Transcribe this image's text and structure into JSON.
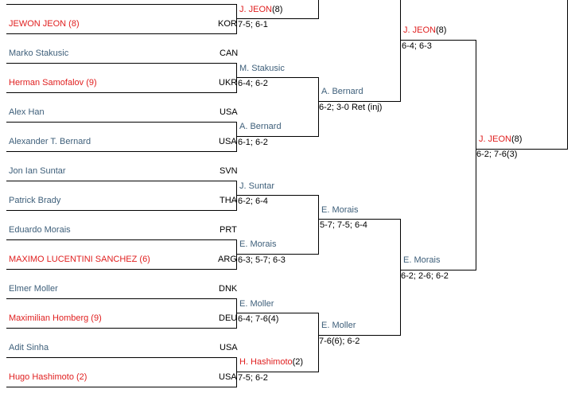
{
  "r1": [
    {
      "name": "JEWON JEON (8)",
      "country": "KOR",
      "seeded": true
    },
    {
      "name": "Marko Stakusic",
      "country": "CAN",
      "seeded": false
    },
    {
      "name": "Herman Samofalov (9)",
      "country": "UKR",
      "seeded": true
    },
    {
      "name": "Alex Han",
      "country": "USA",
      "seeded": false
    },
    {
      "name": "Alexander T. Bernard",
      "country": "USA",
      "seeded": false
    },
    {
      "name": "Jon Ian Suntar",
      "country": "SVN",
      "seeded": false
    },
    {
      "name": "Patrick Brady",
      "country": "THA",
      "seeded": false
    },
    {
      "name": "Eduardo Morais",
      "country": "PRT",
      "seeded": false
    },
    {
      "name": "MAXIMO LUCENTINI SANCHEZ (6)",
      "country": "ARG",
      "seeded": true
    },
    {
      "name": "Elmer Moller",
      "country": "DNK",
      "seeded": false
    },
    {
      "name": "Maximilian Homberg (9)",
      "country": "DEU",
      "seeded": true
    },
    {
      "name": "Adit Sinha",
      "country": "USA",
      "seeded": false
    },
    {
      "name": "Hugo Hashimoto (2)",
      "country": "USA",
      "seeded": true
    }
  ],
  "r2": [
    {
      "name": "J. JEON",
      "seed": "(8)",
      "score": "7-5; 6-1",
      "seeded": true
    },
    {
      "name": "M. Stakusic",
      "seed": "",
      "score": "6-4; 6-2",
      "seeded": false
    },
    {
      "name": "A. Bernard",
      "seed": "",
      "score": "6-1; 6-2",
      "seeded": false
    },
    {
      "name": "J. Suntar",
      "seed": "",
      "score": "6-2; 6-4",
      "seeded": false
    },
    {
      "name": "E. Morais",
      "seed": "",
      "score": "6-3; 5-7; 6-3",
      "seeded": false
    },
    {
      "name": "E. Moller",
      "seed": "",
      "score": "6-4; 7-6(4)",
      "seeded": false
    },
    {
      "name": "H. Hashimoto",
      "seed": "(2)",
      "score": "7-5; 6-2",
      "seeded": true
    }
  ],
  "r3": [
    {
      "name": "A. Bernard",
      "seed": "",
      "score": "6-2; 3-0 Ret (inj)",
      "seeded": false
    },
    {
      "name": "E. Morais",
      "seed": "",
      "score": "5-7; 7-5; 6-4",
      "seeded": false
    },
    {
      "name": "E. Moller",
      "seed": "",
      "score": "7-6(6); 6-2",
      "seeded": false
    }
  ],
  "r4": [
    {
      "name": "J. JEON",
      "seed": "(8)",
      "score": "6-4; 6-3",
      "seeded": true
    },
    {
      "name": "E. Morais",
      "seed": "",
      "score": "6-2; 2-6; 6-2",
      "seeded": false
    }
  ],
  "r5": [
    {
      "name": "J. JEON",
      "seed": "(8)",
      "score": "6-2; 7-6(3)",
      "seeded": true
    }
  ]
}
